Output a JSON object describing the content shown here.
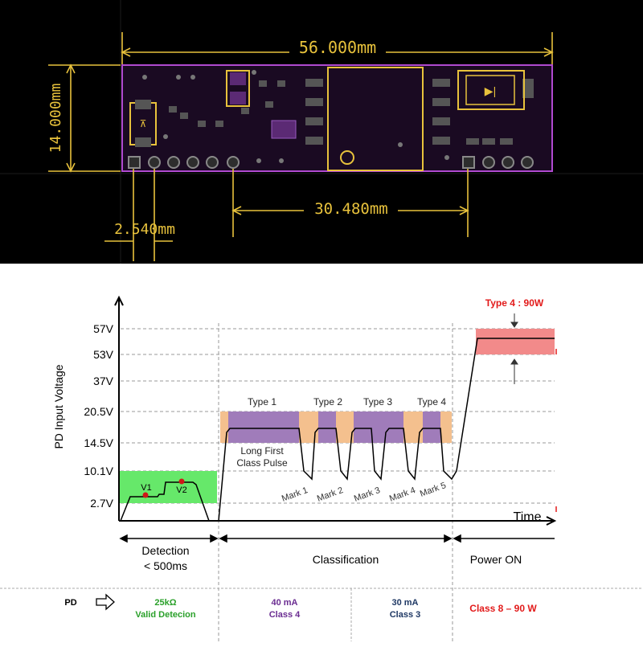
{
  "pcb": {
    "dim_width": "56.000mm",
    "dim_height": "14.000mm",
    "dim_pitch": "2.540mm",
    "dim_spacing": "30.480mm"
  },
  "timing": {
    "ylabel": "PD Input Voltage",
    "xlabel": "Time",
    "y_ticks": [
      "57V",
      "53V",
      "37V",
      "20.5V",
      "14.5V",
      "10.1V",
      "2.7V"
    ],
    "power_label": "Type 4 : 90W",
    "v1": "V1",
    "v2": "V2",
    "type_labels": [
      "Type 1",
      "Type 2",
      "Type 3",
      "Type 4"
    ],
    "long_pulse_line1": "Long First",
    "long_pulse_line2": "Class Pulse",
    "mark_labels": [
      "Mark 1",
      "Mark 2",
      "Mark 3",
      "Mark 4",
      "Mark 5"
    ],
    "phases": {
      "detection": "Detection",
      "detection_sub": "< 500ms",
      "classification": "Classification",
      "power_on": "Power ON"
    },
    "footer": {
      "pd": "PD",
      "detect_line1": "25kΩ",
      "detect_line2": "Valid Detecion",
      "class4_line1": "40 mA",
      "class4_line2": "Class 4",
      "class3_line1": "30 mA",
      "class3_line2": "Class 3",
      "power": "Class 8 – 90 W"
    },
    "colors": {
      "green_band": "#66e86a",
      "purple_band": "#a07cba",
      "orange_band": "#f4c08e",
      "red_band": "#f28a8a",
      "detect_text": "#2aa02a",
      "class4_text": "#6a2c91",
      "class3_text": "#1f3864",
      "power_text": "#e21a1a"
    }
  }
}
